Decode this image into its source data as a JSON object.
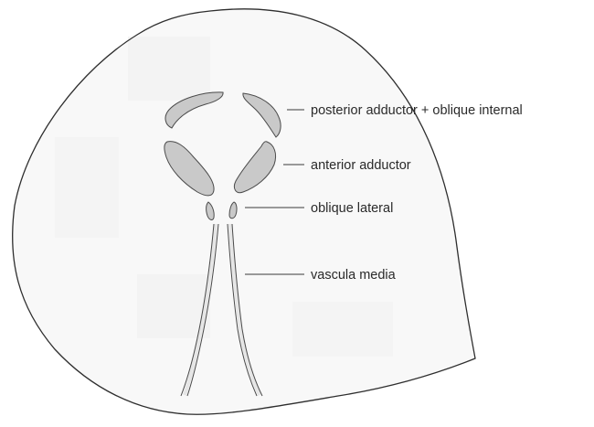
{
  "labels": {
    "posterior_adductor": "posterior adductor + oblique internal",
    "anterior_adductor": "anterior adductor",
    "oblique_lateral": "oblique lateral",
    "vascula_media": "vascula media"
  },
  "colors": {
    "background": "#ffffff",
    "section_fill": "#f3f3f3",
    "outline": "#2e2e2e",
    "muscle_fill": "#c9c9c9",
    "text": "#2a2a2a"
  }
}
